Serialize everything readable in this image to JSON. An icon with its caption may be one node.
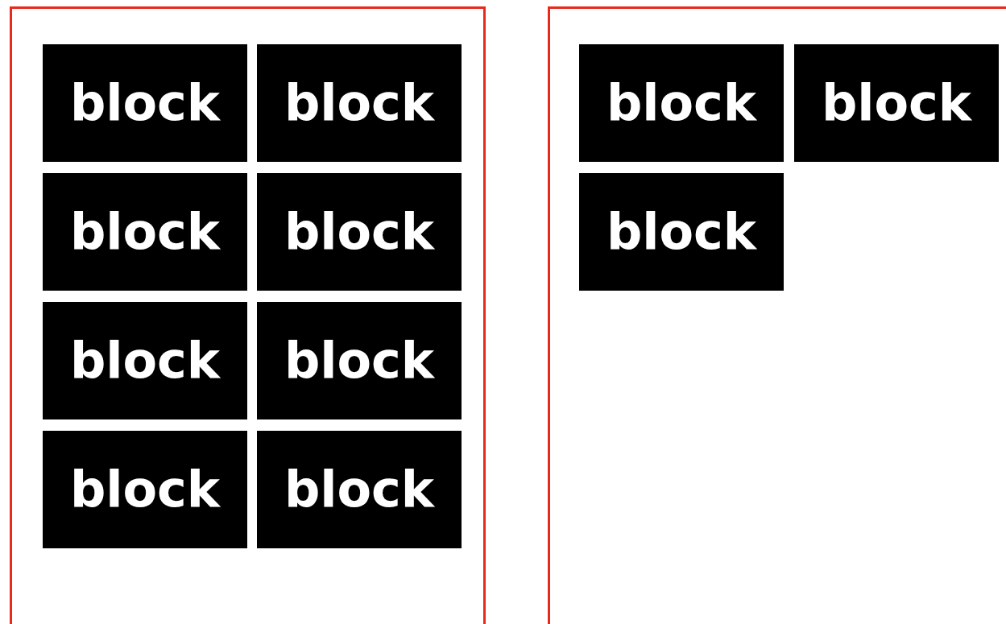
{
  "diagram": {
    "nodes": [
      {
        "text": [],
        "shape": "box"
      },
      {
        "text": [
          "block"
        ],
        "in": 0
      },
      {
        "text": [
          "block"
        ],
        "in": 0
      },
      {
        "text": [
          "block"
        ],
        "in": 0
      },
      {
        "text": [
          "block"
        ],
        "in": 0
      },
      {
        "text": [
          "block"
        ],
        "in": 0
      },
      {
        "text": [
          "block"
        ],
        "in": 0
      },
      {
        "text": [
          "block"
        ],
        "in": 0
      },
      {
        "text": [
          "block"
        ],
        "in": 0
      },
      {
        "text": [],
        "shape": "box"
      },
      {
        "text": [
          "block"
        ],
        "in": 9
      },
      {
        "text": [
          "block"
        ],
        "in": 9
      },
      {
        "text": [
          "block"
        ],
        "in": 9
      }
    ]
  }
}
